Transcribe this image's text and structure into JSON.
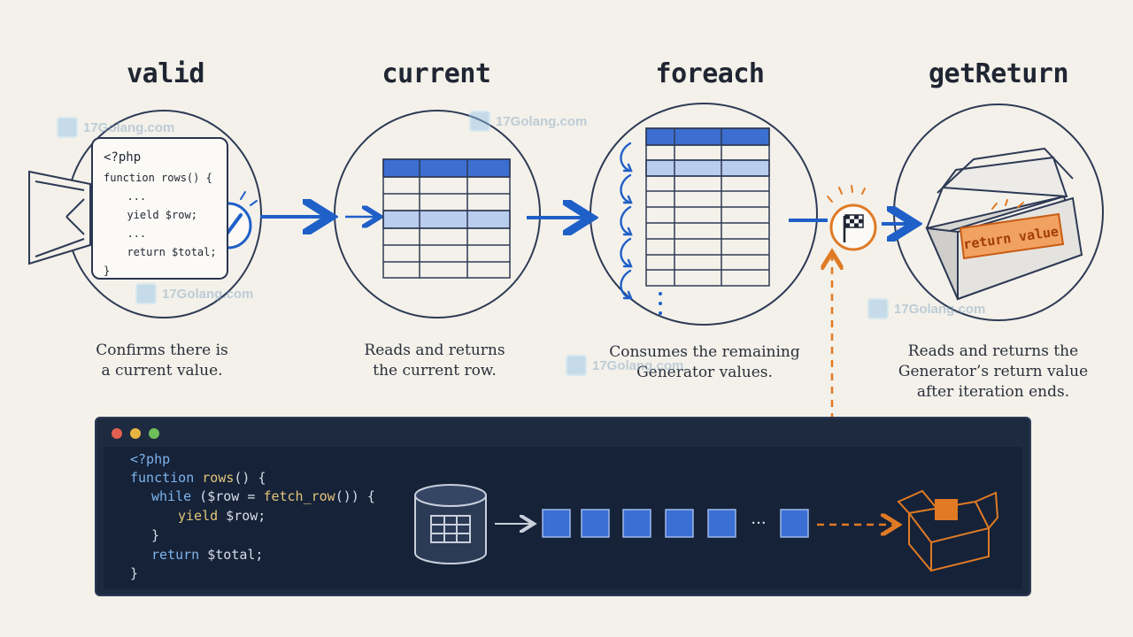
{
  "stages": [
    {
      "title": "valid",
      "caption": "Confirms there is\na current value."
    },
    {
      "title": "current",
      "caption": "Reads and returns\nthe current row."
    },
    {
      "title": "foreach",
      "caption": "Consumes the remaining\nGenerator values."
    },
    {
      "title": "getReturn",
      "caption": "Reads and returns the\nGenerator’s return value\nafter iteration ends."
    }
  ],
  "mini_code": [
    "<?php",
    "function rows() {",
    "  ...",
    "  yield $row;",
    "  ...",
    "  return $total;",
    "}"
  ],
  "return_box_label": "return value",
  "ellipsis": "···",
  "watermark": "17Golang.com",
  "editor": {
    "lines": {
      "l1": "<?php",
      "l2_kw": "function",
      "l2_fn": "rows",
      "l2_rest": "() {",
      "l3_kw": "while",
      "l3_rest": " ($row = ",
      "l3_fn": "fetch_row",
      "l3_end": "()) {",
      "l4_kw": "yield",
      "l4_rest": " $row;",
      "l5": "}",
      "l6_kw": "return",
      "l6_rest": " $total;",
      "l7": "}"
    }
  },
  "colors": {
    "accent_blue": "#1f5fc8",
    "highlight_blue": "#4a79d1",
    "accent_orange": "#e07a24",
    "ink": "#2a3550",
    "editor_bg": "#152238"
  }
}
